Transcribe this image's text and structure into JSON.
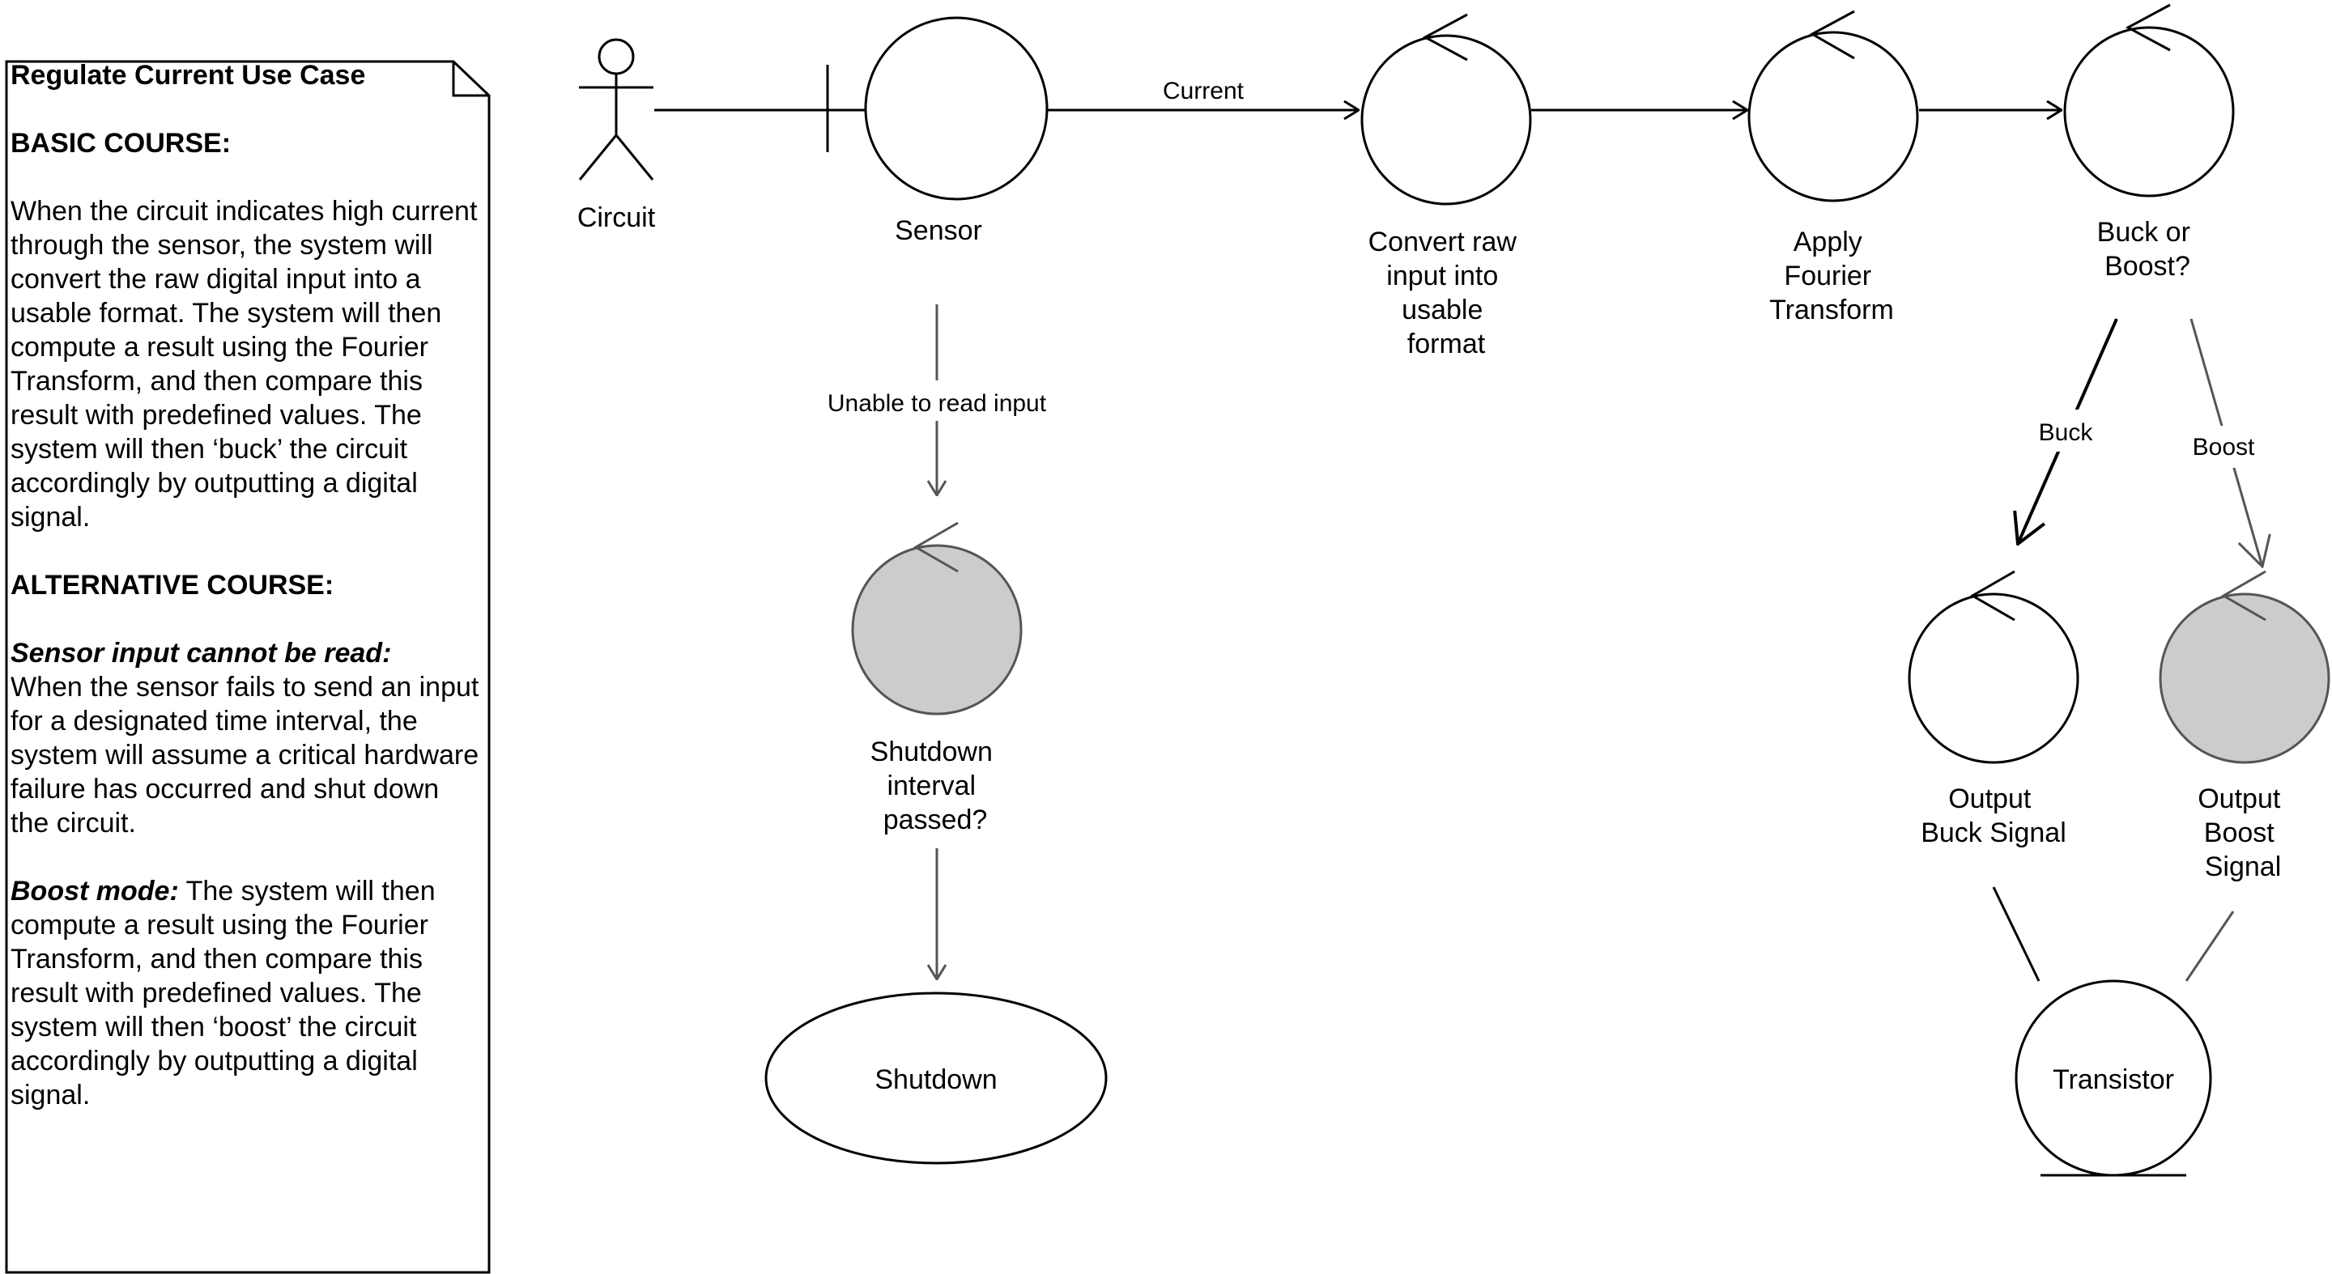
{
  "note": {
    "title": "Regulate Current Use Case",
    "basic_heading": "BASIC COURSE:",
    "basic_text": "When the circuit indicates high current through the sensor, the system will convert the raw digital input into a usable format.  The system will then compute a result using the Fourier Transform, and then compare this result with predefined values.  The system will then ‘buck’ the circuit accordingly by outputting a digital signal.",
    "alt_heading": "ALTERNATIVE COURSE:",
    "sensor_fail_heading": "Sensor input cannot be read:",
    "sensor_fail_text": "When the sensor fails to send an input for a designated time interval, the system will assume a critical hardware failure has occurred and shut down the circuit.",
    "boost_heading": "Boost mode:",
    "boost_text": " The system will then compute a result using the Fourier Transform, and then compare this result with predefined values. The system will then ‘boost’ the circuit accordingly by outputting a digital signal."
  },
  "nodes": {
    "actor": "Circuit",
    "sensor": "Sensor",
    "convert": [
      "Convert raw",
      "input into",
      "usable",
      "format"
    ],
    "fourier": [
      "Apply",
      "Fourier",
      "Transform"
    ],
    "buck_boost": [
      "Buck or",
      "Boost?"
    ],
    "shutdown_check": [
      "Shutdown",
      "interval",
      "passed?"
    ],
    "shutdown": "Shutdown",
    "buck_out": [
      "Output",
      "Buck Signal"
    ],
    "boost_out": [
      "Output",
      "Boost",
      "Signal"
    ],
    "transistor": "Transistor"
  },
  "edges": {
    "current": "Current",
    "unable": "Unable to read input",
    "buck": "Buck",
    "boost": "Boost"
  },
  "colors": {
    "stroke": "#000000",
    "grey_stroke": "#666666",
    "shaded_fill": "#cccccc"
  }
}
